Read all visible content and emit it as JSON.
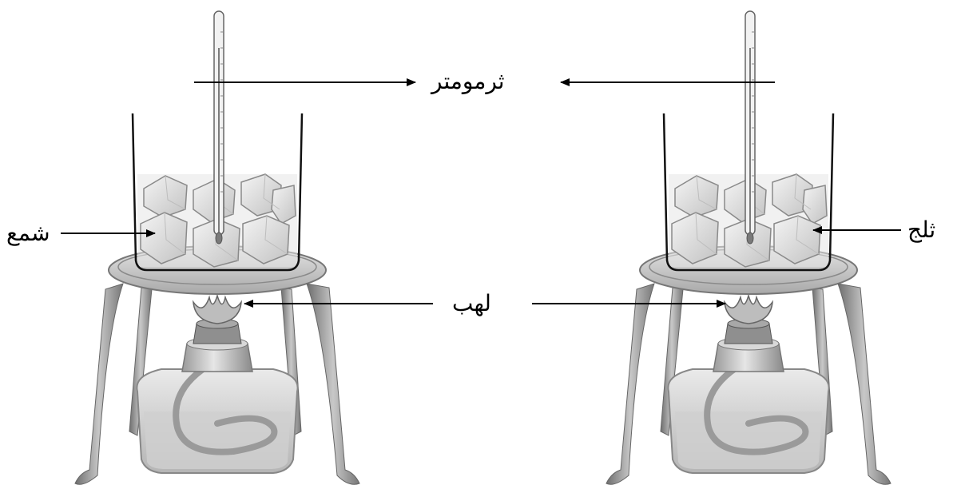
{
  "labels": {
    "thermometer": "ثرمومتر",
    "flame": "لهب",
    "wax": "شمع",
    "ice": "ثلج"
  }
}
